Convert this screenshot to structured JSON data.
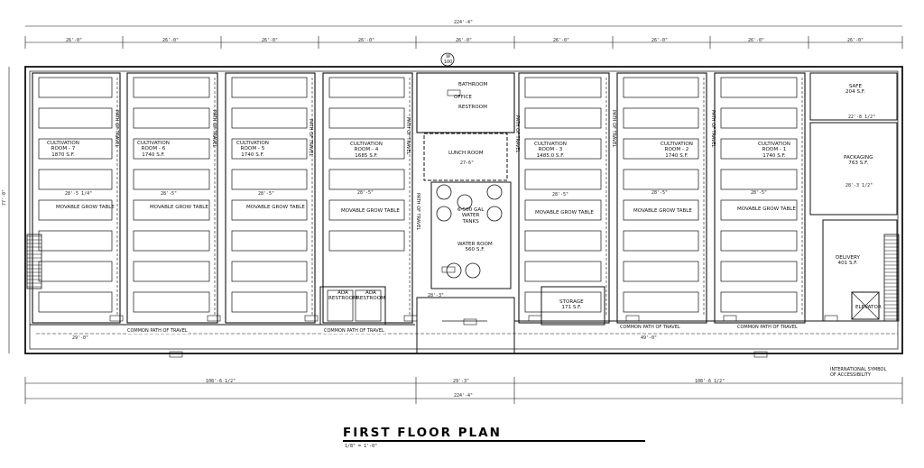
{
  "drawing": {
    "title": "FIRST FLOOR PLAN",
    "scale": "1/8\" = 1'-0\"",
    "overall_width": "224'-4\"",
    "overall_depth": "77'-0\"",
    "left_wing_dim": "108'-6 1/2\"",
    "right_wing_dim": "108'-6 1/2\"",
    "center_dim": "29'-3\"",
    "bay_dims": [
      "26'-0\"",
      "26'-0\"",
      "26'-0\"",
      "26'-0\"",
      "26'-0\"",
      "26'-0\"",
      "26'-0\"",
      "26'-0\"",
      "26'-0\""
    ]
  },
  "rooms": {
    "cultivation_7": "CULTIVATION\nROOM - 7\n1870 S.F.",
    "cultivation_6": "CULTIVATION\nROOM - 6\n1740 S.F.",
    "cultivation_5": "CULTIVATION\nROOM - 5\n1740 S.F.",
    "cultivation_4": "CULTIVATION\nROOM - 4\n1685 S.F.",
    "cultivation_3": "CULTIVATION\nROOM - 3\n1485.0 S.F.",
    "cultivation_2": "CULTIVATION\nROOM - 2\n1740 S.F.",
    "cultivation_1": "CULTIVATION\nROOM - 1\n1740 S.F.",
    "bathroom": "BATHROOM",
    "office": "OFFICE",
    "restroom": "RESTROOM",
    "lunch_room": "LUNCH ROOM",
    "lunch_dim": "27-6\"",
    "water_tanks": "6-500 GAL\nWATER\nTANKS",
    "water_room": "WATER ROOM\n560 S.F.",
    "storage": "STORAGE\n171 S.F.",
    "safe": "SAFE\n204 S.F.",
    "packaging": "PACKAGING\n763 S.F.",
    "delivery": "DELIVERY\n401 S.F.",
    "elevator": "ELEVATOR",
    "ada_1": "ADA\nRESTROOM",
    "ada_2": "ADA\nRESTROOM",
    "mech": "W\n100"
  },
  "labels": {
    "movable_grow_table": "MOVABLE GROW TABLE",
    "common_path": "COMMON PATH OF TRAVEL",
    "path_of_travel": "PATH OF TRAVEL",
    "accessibility_note": "INTERNATIONAL SYMBOL\nOF ACCESSIBILITY"
  },
  "room_dims": {
    "r7_top": "28'-5 1/4\"",
    "r6_top": "28'-5\"",
    "r5_top": "28'-5\"",
    "r4_top": "28'-5\"",
    "r3_top": "28'-5\"",
    "r2_top": "28'-5\"",
    "r1_top": "28'-5\"",
    "safe_dim": "22'-8 1/2\"",
    "pack_dim": "28'-3 1/2\"",
    "lunch_small": "28'-3\"",
    "bottom_left": "29'-0\"",
    "bottom_right": "49'-0\""
  }
}
